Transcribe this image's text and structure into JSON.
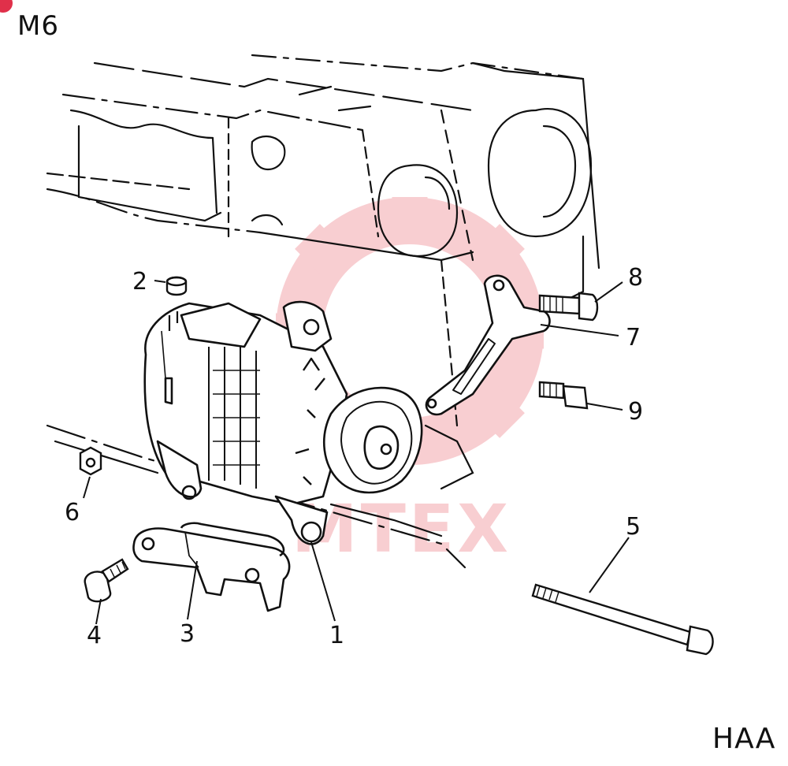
{
  "diagram": {
    "figure_code": "M6",
    "group_code": "HAA",
    "watermark_text": "MTEX",
    "colors": {
      "ink": "#111111",
      "watermark": "#f3a7ad",
      "corner_marker": "#e0304a"
    },
    "callouts": [
      {
        "id": "1",
        "label": "1"
      },
      {
        "id": "2",
        "label": "2"
      },
      {
        "id": "3",
        "label": "3"
      },
      {
        "id": "4",
        "label": "4"
      },
      {
        "id": "5",
        "label": "5"
      },
      {
        "id": "6",
        "label": "6"
      },
      {
        "id": "7",
        "label": "7"
      },
      {
        "id": "8",
        "label": "8"
      },
      {
        "id": "9",
        "label": "9"
      }
    ]
  }
}
